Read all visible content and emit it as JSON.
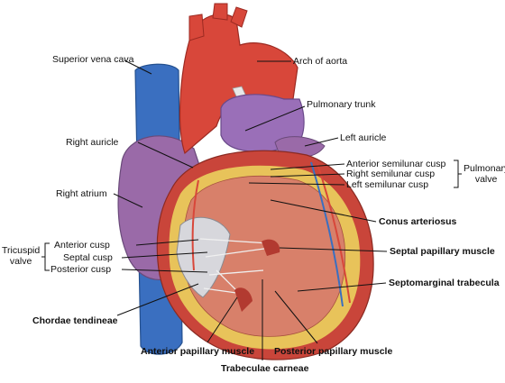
{
  "labels": {
    "superior_vena_cava": "Superior vena cava",
    "arch_of_aorta": "Arch of aorta",
    "pulmonary_trunk": "Pulmonary trunk",
    "right_auricle": "Right auricle",
    "left_auricle": "Left auricle",
    "anterior_semilunar_cusp": "Anterior semilunar cusp",
    "right_semilunar_cusp": "Right semilunar cusp",
    "left_semilunar_cusp": "Left semilunar cusp",
    "pulmonary_valve": "Pulmonary\nvalve",
    "right_atrium": "Right atrium",
    "conus_arteriosus": "Conus arteriosus",
    "tricuspid_valve": "Tricuspid\nvalve",
    "anterior_cusp": "Anterior cusp",
    "septal_cusp": "Septal cusp",
    "posterior_cusp": "Posterior cusp",
    "septal_papillary_muscle": "Septal papillary muscle",
    "septomarginal_trabecula": "Septomarginal trabecula",
    "chordae_tendineae": "Chordae tendineae",
    "anterior_papillary_muscle": "Anterior papillary muscle",
    "posterior_papillary_muscle": "Posterior papillary muscle",
    "trabeculae_carneae": "Trabeculae carneae"
  },
  "colors": {
    "vena_cava": "#3a6fc0",
    "aorta": "#d8473a",
    "pulmonary": "#9a6fb8",
    "atrium": "#9a6aa8",
    "myocardium": "#c9453a",
    "interior": "#d8806a",
    "fat": "#e8c35a",
    "valve": "#d7d7dc"
  }
}
